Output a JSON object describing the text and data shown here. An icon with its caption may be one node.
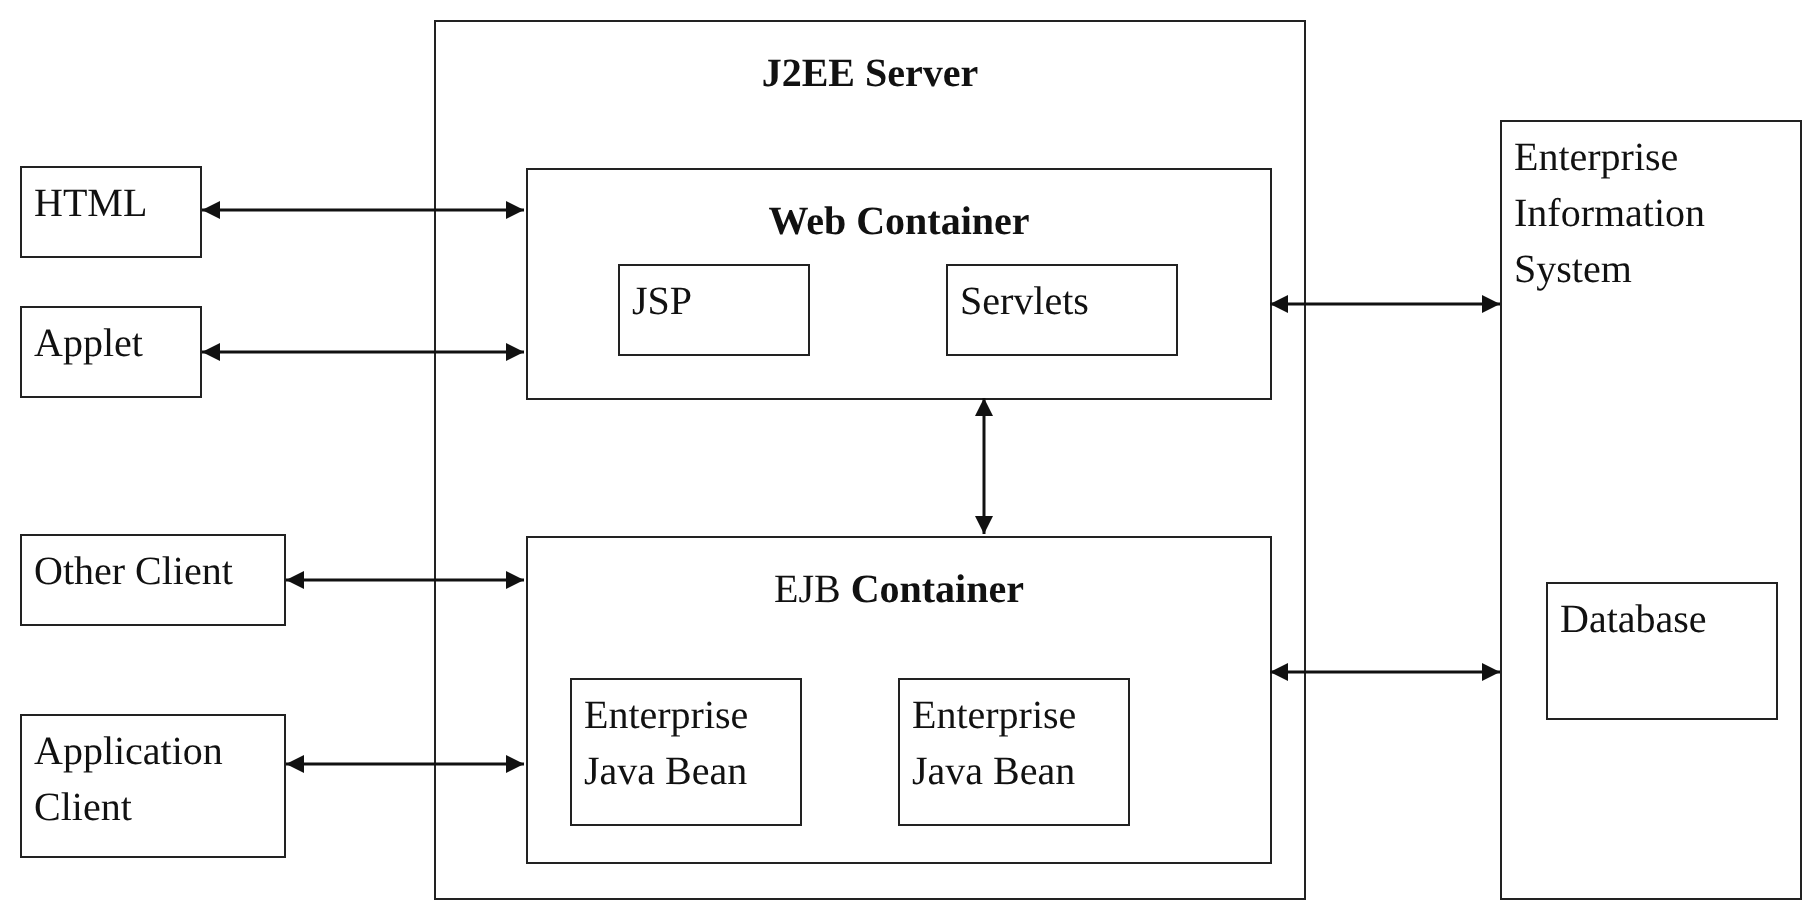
{
  "diagram": {
    "nodes": [
      {
        "text": [
          "J2EE Server"
        ]
      },
      {
        "text": [
          "HTML"
        ]
      },
      {
        "text": [
          "Applet"
        ]
      },
      {
        "text": [
          "Web Container"
        ],
        "in": 0
      },
      {
        "text": [
          "JSP"
        ],
        "in": 3
      },
      {
        "text": [
          "Servlets"
        ],
        "in": 3
      },
      {
        "text": [
          "Enterprise Information System"
        ]
      },
      {
        "text": [
          "Other Client"
        ]
      },
      {
        "text": [
          "EJB **Container**"
        ],
        "in": 0
      },
      {
        "text": [
          "Enterprise Java Bean"
        ],
        "in": 8
      },
      {
        "text": [
          "Enterprise Java Bean"
        ],
        "in": 8
      },
      {
        "text": [
          "Application Client"
        ]
      },
      {
        "text": [
          "Database"
        ],
        "in": 6
      }
    ],
    "edges": [
      {
        "from": 1,
        "to": 3,
        "arrow": "both"
      },
      {
        "from": 2,
        "to": 3,
        "arrow": "both"
      },
      {
        "from": 3,
        "to": 6,
        "arrow": "both"
      },
      {
        "from": 3,
        "to": 8,
        "arrow": "both"
      },
      {
        "from": 7,
        "to": 8,
        "arrow": "both"
      },
      {
        "from": 8,
        "to": 6,
        "arrow": "both"
      },
      {
        "from": 11,
        "to": 8,
        "arrow": "both"
      }
    ]
  }
}
